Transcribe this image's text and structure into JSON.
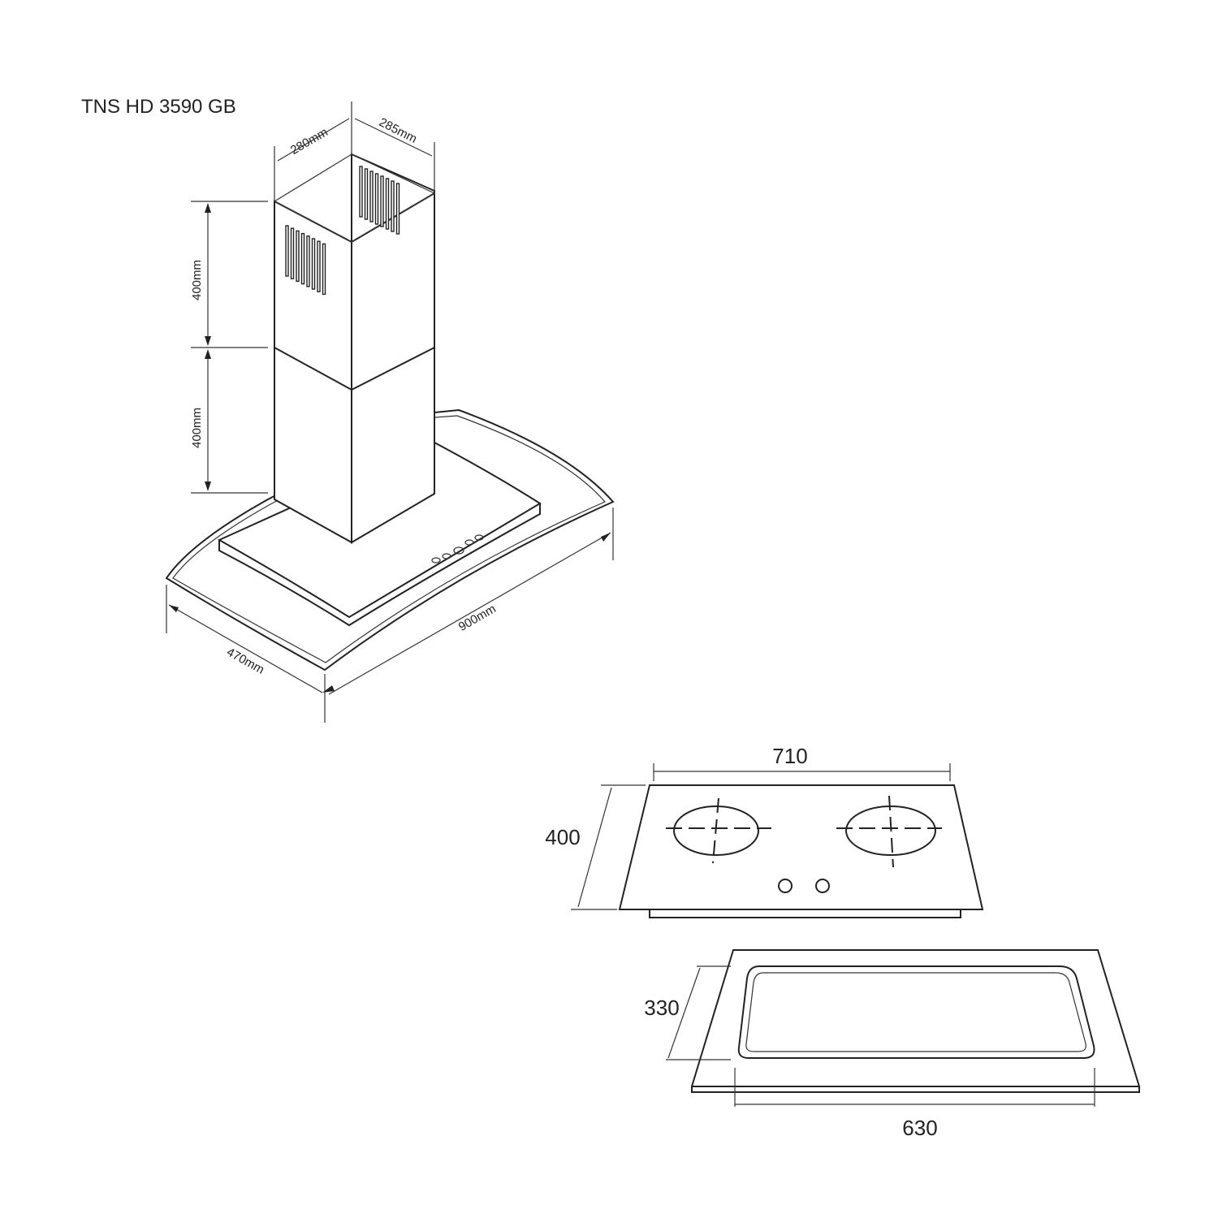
{
  "model": "TNS HD 3590 GB",
  "hood_dims": {
    "chimney_width": "280mm",
    "chimney_depth": "285mm",
    "upper_chimney": "400mm",
    "lower_chimney": "400mm",
    "canopy_width": "900mm",
    "canopy_depth": "470mm"
  },
  "hob_dims": {
    "top_width": "710",
    "top_depth": "400",
    "cutout_depth": "330",
    "cutout_width": "630"
  },
  "colors": {
    "line": "#222222",
    "background": "#ffffff"
  }
}
